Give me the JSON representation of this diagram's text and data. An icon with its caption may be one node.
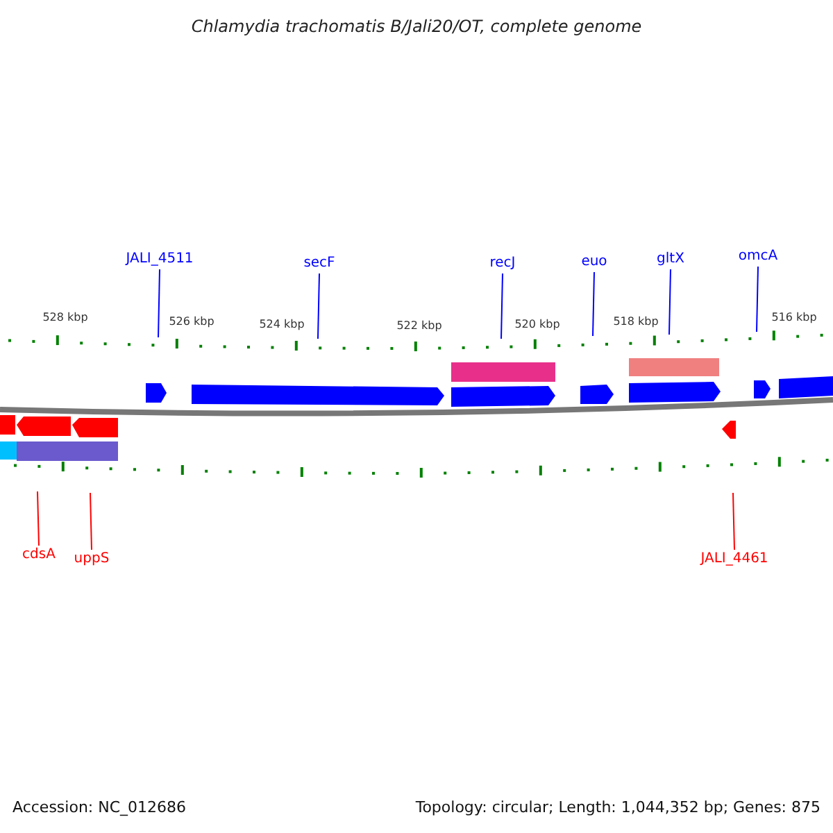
{
  "diagram": {
    "title": "Chlamydia trachomatis B/Jali20/OT, complete genome",
    "nodes": [
      {
        "text": [
          "JALI_4511"
        ]
      },
      {
        "text": [
          "secF"
        ]
      },
      {
        "text": [
          "recJ"
        ]
      },
      {
        "text": [
          "euo"
        ]
      },
      {
        "text": [
          "gltX"
        ]
      },
      {
        "text": [
          "omcA"
        ]
      },
      {
        "text": [
          "cdsA"
        ]
      },
      {
        "text": [
          "uppS"
        ]
      },
      {
        "text": [
          "JALI_4461"
        ]
      }
    ],
    "edges": [
      {
        "from": 0,
        "to": null,
        "arrow": "none"
      },
      {
        "from": 1,
        "to": null,
        "arrow": "none"
      },
      {
        "from": 2,
        "to": null,
        "arrow": "none"
      },
      {
        "from": 3,
        "to": null,
        "arrow": "none"
      },
      {
        "from": 4,
        "to": null,
        "arrow": "none"
      },
      {
        "from": 5,
        "to": null,
        "arrow": "none"
      },
      {
        "from": 6,
        "to": null,
        "arrow": "none",
        "color": "#ff0000"
      },
      {
        "from": 7,
        "to": null,
        "arrow": "none",
        "color": "#ff0000"
      },
      {
        "from": 8,
        "to": null,
        "arrow": "none",
        "color": "#ff0000"
      }
    ],
    "labels": [
      "528 kbp",
      "526 kbp",
      "524 kbp",
      "522 kbp",
      "520 kbp",
      "518 kbp",
      "516 kbp",
      "Accession: NC_012686",
      "Topology: circular; Length: 1,044,352 bp; Genes: 875"
    ]
  }
}
